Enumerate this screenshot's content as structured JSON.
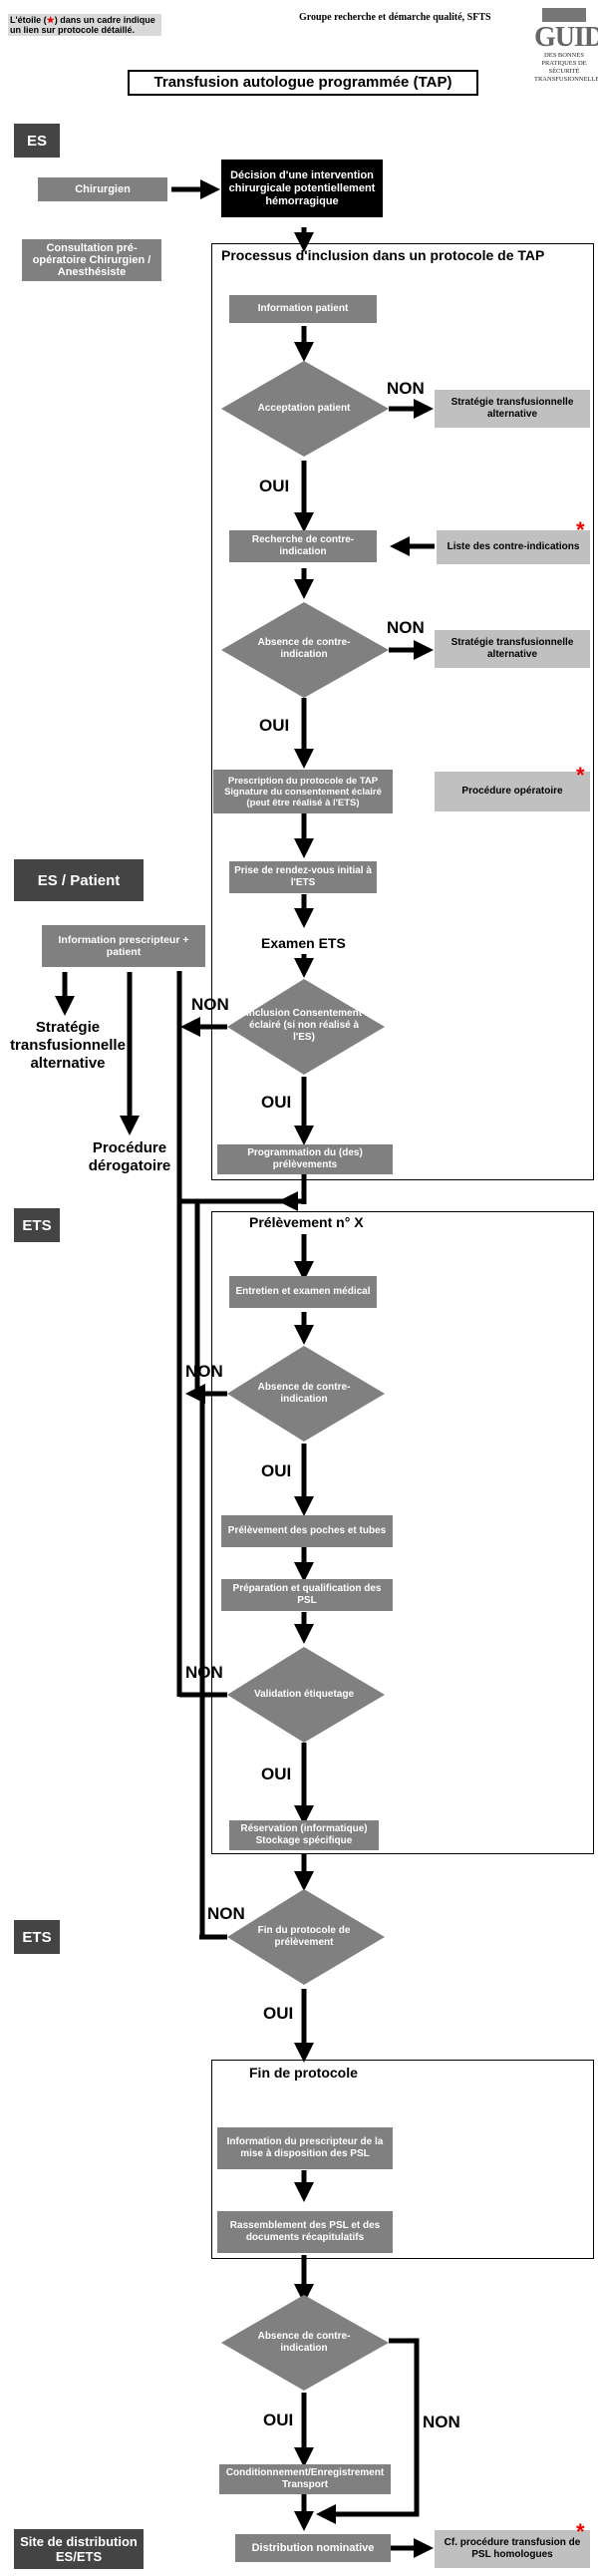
{
  "note": {
    "before": "L'étoile (",
    "star": "★",
    "after": ") dans un cadre indique un lien sur protocole détaillé."
  },
  "header": {
    "org": "Groupe recherche et démarche qualité, SFTS"
  },
  "logo": {
    "big": "GUIDE",
    "small": "DES BONNES PRATIQUES DE SÉCURITÉ TRANSFUSIONNELLE"
  },
  "title": "Transfusion autologue programmée (TAP)",
  "tags": {
    "es": "ES",
    "es_patient": "ES / Patient",
    "ets1": "ETS",
    "ets2": "ETS",
    "site": "Site de distribution ES/ETS"
  },
  "consult": "Consultation pré-opératoire Chirurgien / Anesthésiste",
  "surgeon": "Chirurgien",
  "decision": "Décision d'une intervention chirurgicale potentiellement hémorragique",
  "frames": {
    "inclusion": "Processus d'inclusion dans un protocole de TAP",
    "exam": "Examen ETS",
    "prelev": "Prélèvement n° X",
    "fin": "Fin de protocole"
  },
  "steps": {
    "info_patient": "Information patient",
    "acceptation": "Acceptation patient",
    "strat_alt1": "Stratégie transfusionnelle alternative",
    "recherche_ci": "Recherche de contre-indication",
    "liste_ci": "Liste des contre-indications",
    "absence_ci1": "Absence de contre-indication",
    "strat_alt2": "Stratégie transfusionnelle alternative",
    "prescription": "Prescription du protocole de TAP Signature du consentement éclairé (peut être réalisé à l'ETS)",
    "proc_op": "Procédure opératoire",
    "rdv": "Prise de rendez-vous initial à l'ETS",
    "info_presc": "Information prescripteur + patient",
    "strat_alt3": "Stratégie transfusionnelle alternative",
    "proc_derog": "Procédure dérogatoire",
    "inclusion_cons": "Inclusion Consentement éclairé (si non réalisé à l'ES)",
    "programmation": "Programmation du (des) prélèvements",
    "entretien": "Entretien et examen médical",
    "absence_ci2": "Absence de contre-indication",
    "prelev_poches": "Prélèvement des poches et tubes",
    "preparation": "Préparation et qualification des PSL",
    "validation": "Validation étiquetage",
    "reservation": "Réservation (informatique) Stockage spécifique",
    "fin_prelev": "Fin du protocole de prélèvement",
    "info_mise": "Information du prescripteur de la mise à disposition des PSL",
    "rassemblement": "Rassemblement des PSL et des documents récapitulatifs",
    "absence_ci3": "Absence de contre-indication",
    "condition": "Conditionnement/Enregistrement Transport",
    "distribution": "Distribution nominative",
    "cf_proc": "Cf. procédure transfusion de PSL homologues"
  },
  "labels": {
    "non1": "NON",
    "oui1": "OUI",
    "non2": "NON",
    "oui2": "OUI",
    "non3": "NON",
    "oui3": "OUI",
    "non4": "NON",
    "oui4": "OUI",
    "non5": "NON",
    "oui5": "OUI",
    "non6": "NON",
    "oui6": "OUI",
    "non7": "NON",
    "oui7": "OUI"
  },
  "star": "*"
}
